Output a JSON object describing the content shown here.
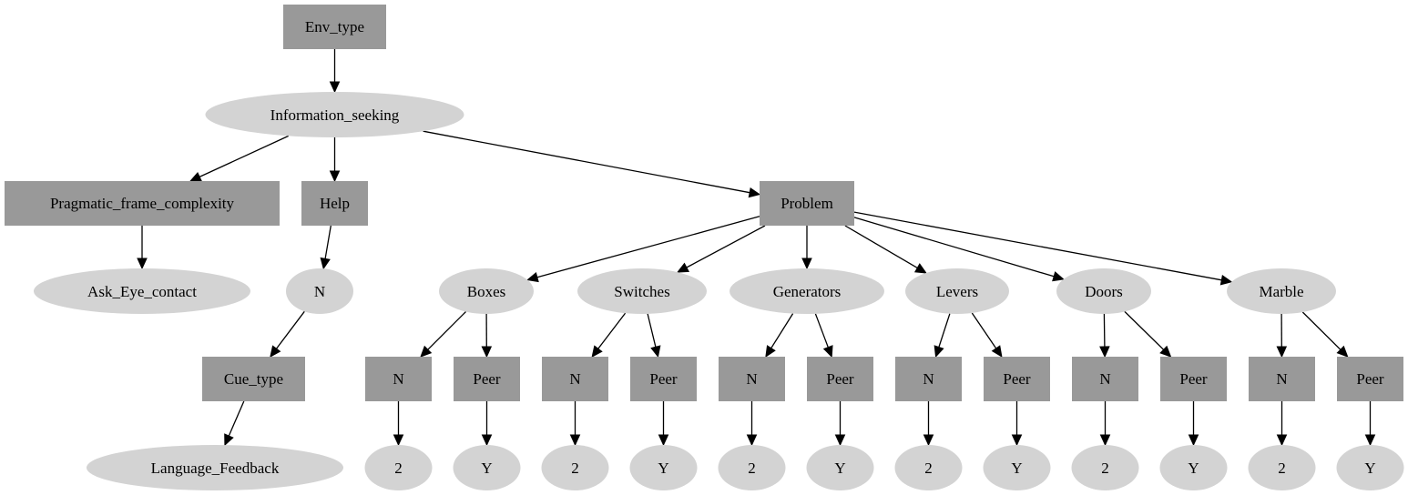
{
  "nodes": {
    "env_type": "Env_type",
    "information_seeking": "Information_seeking",
    "pragmatic_frame_complexity": "Pragmatic_frame_complexity",
    "help": "Help",
    "problem": "Problem",
    "ask_eye_contact": "Ask_Eye_contact",
    "help_n": "N",
    "cue_type": "Cue_type",
    "language_feedback": "Language_Feedback",
    "boxes": "Boxes",
    "switches": "Switches",
    "generators": "Generators",
    "levers": "Levers",
    "doors": "Doors",
    "marble": "Marble",
    "boxes_n": "N",
    "boxes_peer": "Peer",
    "switches_n": "N",
    "switches_peer": "Peer",
    "generators_n": "N",
    "generators_peer": "Peer",
    "levers_n": "N",
    "levers_peer": "Peer",
    "doors_n": "N",
    "doors_peer": "Peer",
    "marble_n": "N",
    "marble_peer": "Peer",
    "boxes_n_val": "2",
    "boxes_peer_val": "Y",
    "switches_n_val": "2",
    "switches_peer_val": "Y",
    "generators_n_val": "2",
    "generators_peer_val": "Y",
    "levers_n_val": "2",
    "levers_peer_val": "Y",
    "doors_n_val": "2",
    "doors_peer_val": "Y",
    "marble_n_val": "2",
    "marble_peer_val": "Y"
  },
  "edges": [
    [
      "env_type",
      "information_seeking"
    ],
    [
      "information_seeking",
      "pragmatic_frame_complexity"
    ],
    [
      "information_seeking",
      "help"
    ],
    [
      "information_seeking",
      "problem"
    ],
    [
      "pragmatic_frame_complexity",
      "ask_eye_contact"
    ],
    [
      "help",
      "help_n"
    ],
    [
      "help_n",
      "cue_type"
    ],
    [
      "cue_type",
      "language_feedback"
    ],
    [
      "problem",
      "boxes"
    ],
    [
      "problem",
      "switches"
    ],
    [
      "problem",
      "generators"
    ],
    [
      "problem",
      "levers"
    ],
    [
      "problem",
      "doors"
    ],
    [
      "problem",
      "marble"
    ],
    [
      "boxes",
      "boxes_n"
    ],
    [
      "boxes",
      "boxes_peer"
    ],
    [
      "switches",
      "switches_n"
    ],
    [
      "switches",
      "switches_peer"
    ],
    [
      "generators",
      "generators_n"
    ],
    [
      "generators",
      "generators_peer"
    ],
    [
      "levers",
      "levers_n"
    ],
    [
      "levers",
      "levers_peer"
    ],
    [
      "doors",
      "doors_n"
    ],
    [
      "doors",
      "doors_peer"
    ],
    [
      "marble",
      "marble_n"
    ],
    [
      "marble",
      "marble_peer"
    ],
    [
      "boxes_n",
      "boxes_n_val"
    ],
    [
      "boxes_peer",
      "boxes_peer_val"
    ],
    [
      "switches_n",
      "switches_n_val"
    ],
    [
      "switches_peer",
      "switches_peer_val"
    ],
    [
      "generators_n",
      "generators_n_val"
    ],
    [
      "generators_peer",
      "generators_peer_val"
    ],
    [
      "levers_n",
      "levers_n_val"
    ],
    [
      "levers_peer",
      "levers_peer_val"
    ],
    [
      "doors_n",
      "doors_n_val"
    ],
    [
      "doors_peer",
      "doors_peer_val"
    ],
    [
      "marble_n",
      "marble_n_val"
    ],
    [
      "marble_peer",
      "marble_peer_val"
    ]
  ],
  "colors": {
    "box_fill": "#999999",
    "ellipse_fill": "#d3d3d3",
    "edge": "#000000"
  }
}
